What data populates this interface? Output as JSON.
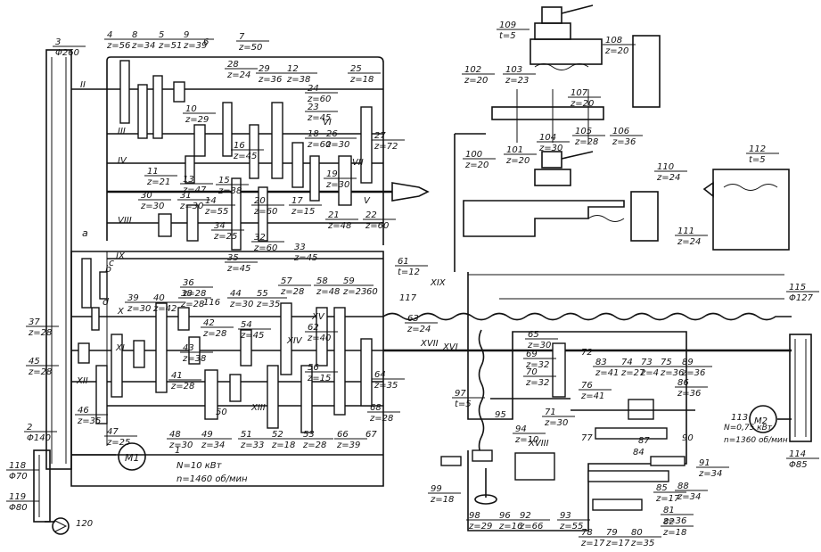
{
  "shafts": [
    "II",
    "III",
    "IV",
    "V",
    "VI",
    "VII",
    "VIII",
    "IX",
    "X",
    "XI",
    "XII",
    "XIII",
    "XIV",
    "XV",
    "XVI",
    "XVII",
    "XVIII",
    "XIX"
  ],
  "gears": [
    {
      "id": "1"
    },
    {
      "id": "2",
      "z": "Φ140"
    },
    {
      "id": "3",
      "z": "Φ260"
    },
    {
      "id": "4",
      "z": "z=56"
    },
    {
      "id": "5",
      "z": "z=51"
    },
    {
      "id": "6"
    },
    {
      "id": "7",
      "z": "z=50"
    },
    {
      "id": "8",
      "z": "z=34"
    },
    {
      "id": "9",
      "z": "z=39"
    },
    {
      "id": "10",
      "z": "z=29"
    },
    {
      "id": "11",
      "z": "z=21"
    },
    {
      "id": "12",
      "z": "z=38"
    },
    {
      "id": "13",
      "z": "z=47"
    },
    {
      "id": "14",
      "z": "z=55"
    },
    {
      "id": "15",
      "z": "z=38"
    },
    {
      "id": "16",
      "z": "z=45"
    },
    {
      "id": "17",
      "z": "z=15"
    },
    {
      "id": "18",
      "z": "z=60"
    },
    {
      "id": "19",
      "z": "z=30"
    },
    {
      "id": "20",
      "z": "z=60"
    },
    {
      "id": "21",
      "z": "z=48"
    },
    {
      "id": "22",
      "z": "z=60"
    },
    {
      "id": "23",
      "z": "z=45"
    },
    {
      "id": "24",
      "z": "z=60"
    },
    {
      "id": "25",
      "z": "z=18"
    },
    {
      "id": "26",
      "z": "z=30"
    },
    {
      "id": "27",
      "z": "z=72"
    },
    {
      "id": "28",
      "z": "z=24"
    },
    {
      "id": "29",
      "z": "z=36"
    },
    {
      "id": "30",
      "z": "z=30"
    },
    {
      "id": "31",
      "z": "z=30"
    },
    {
      "id": "32",
      "z": "z=60"
    },
    {
      "id": "33",
      "z": "z=45"
    },
    {
      "id": "34",
      "z": "z=25"
    },
    {
      "id": "35",
      "z": "z=45"
    },
    {
      "id": "36",
      "z": "z=28"
    },
    {
      "id": "37",
      "z": "z=28"
    },
    {
      "id": "38",
      "z": "z=28"
    },
    {
      "id": "39",
      "z": "z=30"
    },
    {
      "id": "40",
      "z": "z=42"
    },
    {
      "id": "41",
      "z": "z=28"
    },
    {
      "id": "42",
      "z": "z=28"
    },
    {
      "id": "43",
      "z": "z=38"
    },
    {
      "id": "44",
      "z": "z=30"
    },
    {
      "id": "45",
      "z": "z=28"
    },
    {
      "id": "46",
      "z": "z=35"
    },
    {
      "id": "47",
      "z": "z=25"
    },
    {
      "id": "48",
      "z": "z=30"
    },
    {
      "id": "49",
      "z": "z=34"
    },
    {
      "id": "50"
    },
    {
      "id": "51",
      "z": "z=33"
    },
    {
      "id": "52",
      "z": "z=18"
    },
    {
      "id": "53",
      "z": "z=28"
    },
    {
      "id": "54",
      "z": "z=45"
    },
    {
      "id": "55",
      "z": "z=35"
    },
    {
      "id": "56",
      "z": "z=15"
    },
    {
      "id": "57",
      "z": "z=28"
    },
    {
      "id": "58",
      "z": "z=48"
    },
    {
      "id": "59",
      "z": "z=23"
    },
    {
      "id": "60"
    },
    {
      "id": "61",
      "z": "t=12"
    },
    {
      "id": "62",
      "z": "z=40"
    },
    {
      "id": "63",
      "z": "z=24"
    },
    {
      "id": "64",
      "z": "z=35"
    },
    {
      "id": "65",
      "z": "z=30"
    },
    {
      "id": "66",
      "z": "z=39"
    },
    {
      "id": "67"
    },
    {
      "id": "68",
      "z": "z=28"
    },
    {
      "id": "69",
      "z": "z=32"
    },
    {
      "id": "70",
      "z": "z=32"
    },
    {
      "id": "71",
      "z": "z=30"
    },
    {
      "id": "72"
    },
    {
      "id": "73",
      "z": "z=4"
    },
    {
      "id": "74",
      "z": "z=27"
    },
    {
      "id": "75",
      "z": "z=36"
    },
    {
      "id": "76",
      "z": "z=41"
    },
    {
      "id": "77"
    },
    {
      "id": "78",
      "z": "z=17"
    },
    {
      "id": "79",
      "z": "z=17"
    },
    {
      "id": "80",
      "z": "z=35"
    },
    {
      "id": "81",
      "z": "z=36"
    },
    {
      "id": "82",
      "z": "z=18"
    },
    {
      "id": "83",
      "z": "z=41"
    },
    {
      "id": "84"
    },
    {
      "id": "85",
      "z": "z=17"
    },
    {
      "id": "86",
      "z": "z=36"
    },
    {
      "id": "87"
    },
    {
      "id": "88",
      "z": "z=34"
    },
    {
      "id": "89",
      "z": "z=36"
    },
    {
      "id": "90"
    },
    {
      "id": "91",
      "z": "z=34"
    },
    {
      "id": "92",
      "z": "z=66"
    },
    {
      "id": "93",
      "z": "z=55"
    },
    {
      "id": "94",
      "z": "z=10"
    },
    {
      "id": "95"
    },
    {
      "id": "96",
      "z": "z=16"
    },
    {
      "id": "97",
      "z": "t=5"
    },
    {
      "id": "98",
      "z": "z=29"
    },
    {
      "id": "99",
      "z": "z=18"
    },
    {
      "id": "100",
      "z": "z=20"
    },
    {
      "id": "101",
      "z": "z=20"
    },
    {
      "id": "102",
      "z": "z=20"
    },
    {
      "id": "103",
      "z": "z=23"
    },
    {
      "id": "104",
      "z": "z=30"
    },
    {
      "id": "105",
      "z": "z=28"
    },
    {
      "id": "106",
      "z": "z=36"
    },
    {
      "id": "107",
      "z": "z=20"
    },
    {
      "id": "108",
      "z": "z=20"
    },
    {
      "id": "109",
      "z": "t=5"
    },
    {
      "id": "110",
      "z": "z=24"
    },
    {
      "id": "111",
      "z": "z=24"
    },
    {
      "id": "112",
      "z": "t=5"
    },
    {
      "id": "113"
    },
    {
      "id": "114",
      "z": "Φ85"
    },
    {
      "id": "115",
      "z": "Φ127"
    },
    {
      "id": "116"
    },
    {
      "id": "117"
    },
    {
      "id": "118",
      "z": "Φ70"
    },
    {
      "id": "119",
      "z": "Φ80"
    },
    {
      "id": "120"
    }
  ],
  "change_gears": [
    "a",
    "b",
    "c",
    "d"
  ],
  "motor1": {
    "label": "M1",
    "power": "N=10 кВт",
    "speed": "n=1460 об/мин"
  },
  "motor2": {
    "label": "M2",
    "power": "N=0,75 кВт",
    "speed": "n=1360 об/мин"
  }
}
